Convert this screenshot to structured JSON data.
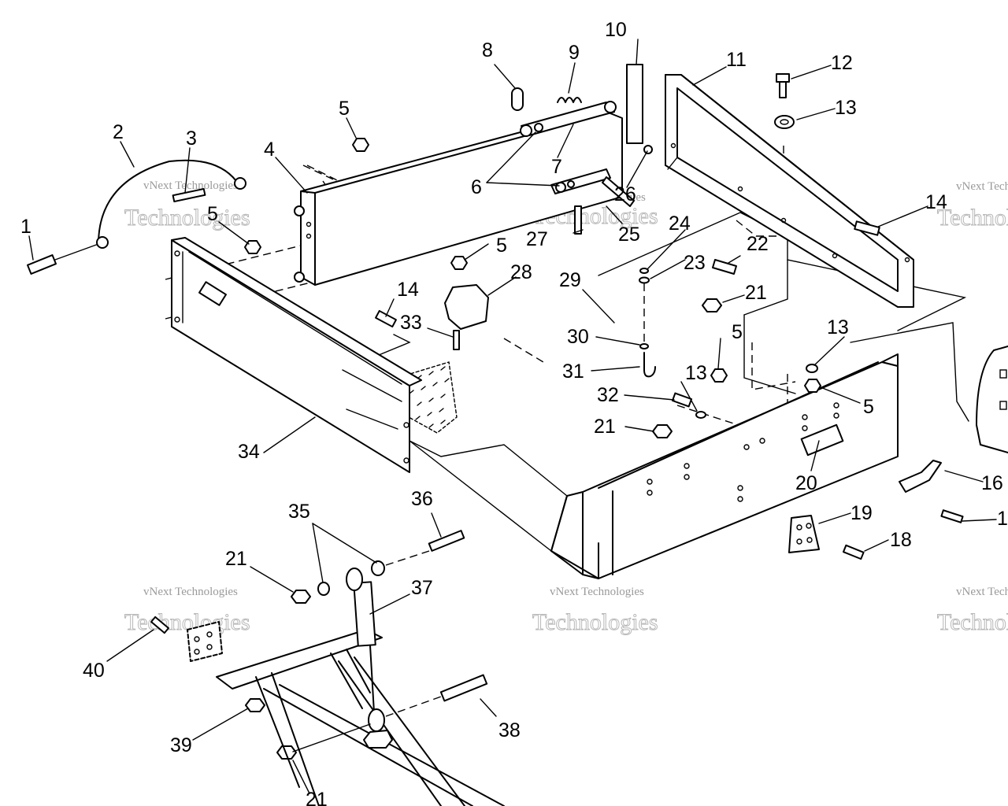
{
  "watermark": {
    "line1": "vNext Technologies",
    "line2": "Technologies",
    "outline": "vNext"
  },
  "callouts": {
    "c1": "1",
    "c2": "2",
    "c3": "3",
    "c4": "4",
    "c5a": "5",
    "c5b": "5",
    "c5c": "5",
    "c5d": "5",
    "c5e": "5",
    "c6": "6",
    "c7": "7",
    "c8": "8",
    "c9": "9",
    "c10": "10",
    "c11": "11",
    "c12": "12",
    "c13a": "13",
    "c13b": "13",
    "c13c": "13",
    "c14a": "14",
    "c14b": "14",
    "c16": "16",
    "c17": "1",
    "c18": "18",
    "c19": "19",
    "c20": "20",
    "c21a": "21",
    "c21b": "21",
    "c21c": "21",
    "c21d": "21",
    "c22": "22",
    "c23": "23",
    "c24": "24",
    "c25": "25",
    "c26": "26",
    "c27": "27",
    "c28": "28",
    "c29": "29",
    "c30": "30",
    "c31": "31",
    "c32": "32",
    "c33": "33",
    "c34": "34",
    "c35": "35",
    "c36": "36",
    "c37": "37",
    "c38": "38",
    "c39": "39",
    "c40": "40"
  }
}
